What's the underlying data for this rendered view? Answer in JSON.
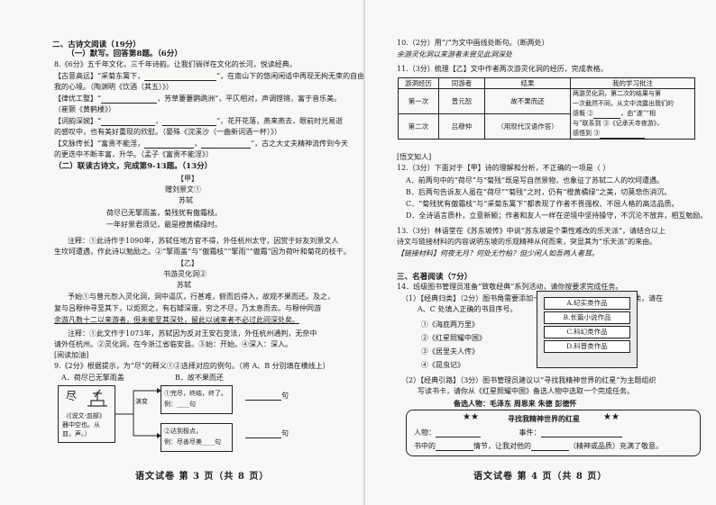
{
  "left": {
    "sec2_title": "二、古诗文阅读（19分）",
    "sub1_title": "（一）默写。回答第8题。（6分）",
    "q8_intro": "8.《6分》五千年文化，三千年诗韵。让我们徜徉在文化的长河，悦读经典。",
    "q8_a1": "【古意高远】“采菊东篱下，",
    "q8_a2": "”，在南山下的悠闲闲适中再现无拘无束的自由，淡然忘",
    "q8_a3": "我的心境。（陶渊明《饮酒（其五）》）",
    "q8_b1": "【律优工整】“",
    "q8_b2": "，芳草萋萋鹦鹉洲”，平仄相对，声调铿锵，富于音乐美。",
    "q8_b3": "（崔颢《黄鹤楼》）",
    "q8_c1": "【词韵深婉】“",
    "q8_c2": "，",
    "q8_c3": "”，花开花落，燕来燕去，眼前时光易逝",
    "q8_c4": "的感叹中，也有美好重现的欣慰。（晏殊《浣溪沙（一曲新词酒一杯）》）",
    "q8_d1": "【文脉传长】“富贵不能淫，",
    "q8_d2": "，",
    "q8_d3": "”，古之大丈夫精神流传到今天",
    "q8_d4": "的更迭中不断丰富，升华。（孟子《富贵不能淫》）",
    "sub2_title": "（二）联读古诗文，完成第9-13题。（13分）",
    "jia_label": "【甲】",
    "jia_title": "赠刘景文①",
    "jia_author": "苏轼",
    "jia_line1": "荷尽已无擎雨盖，菊残犹有傲霜枝。",
    "jia_line2": "一年好景君须记，最是橙黄橘绿时。",
    "jia_note1": "注释：①此诗作于1090年，苏轼任地方官不得，外任杭州太守，因赏于好友刘景文人",
    "jia_note2": "生坎坷遭遇，作此诗以勉励之。②“擎雨盖”与“傲霜枝”“擎雨”“傲霜”因为荷叶和菊花的枝干。",
    "yi_label": "【乙】",
    "yi_title": "书游灵化洞②",
    "yi_author": "苏轼",
    "yi_p1": "予始①与曾元恕入灵化洞，洞中逼仄，行甚难，俯而后得入，故观不果而还。及之，",
    "yi_p2": "复与吕穆仲寻至其下，以炬照之，有石罅深邃，穷之不尽，乃太息而去。与穆仲同游",
    "yi_p3": "余游凡数十二以来游者，但未能至其深处，留此以诫来者不必过此间深处矣。",
    "yi_note1": "注释：①此文作于1073年，苏轼因为反对王安石变法，外任杭州通判，无奈中",
    "yi_note2": "请外任杭州。②灵化洞，在今浙江省临安县。③始：开始。④深入：深入。",
    "read_label": "[阅读加油]",
    "q9_title": "9.《2分》根据提示，为“尽”的释义①②选择对应的例句。（将 A、B 分别填在横线上）",
    "q9_optA": "A．荷尽已无擎雨盖",
    "q9_optB": "B．故不果而还",
    "q9_box_top": "①完尽，终结，终了。",
    "q9_box_top2": "例：____句",
    "q9_box_bot": "②达到极点，",
    "q9_box_bot2": "例：尽善尽美____句",
    "q9_dict1": "尽",
    "q9_dict2": "（《说文·皿部》",
    "q9_dict3": "器中空也。从",
    "q9_dict4": "皿，声。）",
    "q9_derive": "演变",
    "q9_blank": "句",
    "footer": "语文试卷  第 3 页（共 8 页）"
  },
  "right": {
    "q10_1": "10.（2分）用“/”为文中画线处断句。（断两处）",
    "q10_2": "余游灵化洞以来游者未尝见此洞深处",
    "q11": "11.（3分）梳理【乙】文中作者两次游灵化洞的经历，完成表格。",
    "table_headers": [
      "游洞经历",
      "同游者",
      "结果",
      "我的学习批注"
    ],
    "row1": [
      "第一次",
      "曾元恕",
      "故不果而还",
      ""
    ],
    "row2": [
      "第二次",
      "吕穆仲",
      "（用现代汉语作答）",
      ""
    ],
    "note_text1": "两游灵化洞，第二次的结果与第",
    "note_text2": "一次截然不同，从文中流露出我们的",
    "note_text3": "感慨 ②",
    "note_text4": "，由“遂”“相",
    "note_text5": "与”联系到 ③《记承天寺夜游》，",
    "note_text6": "感悟到 ③",
    "q12_label": "[悟文知人]",
    "q12_title": "12.（3分）下面对于【甲】诗的理解和分析，不正确的一项是（    ）",
    "q12_A": "A．前两句中的“荷尽”与“菊残”既是写自然景物，也象征了苏轼二人的坎坷遭遇。",
    "q12_B": "B．后两句告诉友人虽在“荷尽”“菊残”之时，仍有“橙黄橘绿”之美，切莫悲伤消沉。",
    "q12_C": "C．“菊残犹有傲霜枝”与“采菊东篱下”都表现了作者不畏强权、不屈人格的高洁品质。",
    "q12_D": "D．全诗语言质朴，立意新颖；作者和友人一样在逆境中坚持操守，不沉沦不放弃，相互勉励。",
    "q13_1": "13.（3分）林语堂在《苏东坡传》中说“苏东坡是个秉性难改的乐天派”，请结合以上",
    "q13_2": "诗文与链接材料的内容说明东坡的乐观精神从何而来，突显其为“乐天派”的来由。",
    "q13_3": "【链接材料】何夜无月？何处无竹柏？但少闲人如吾两人者耳。",
    "sec3_title": "三、名著阅读（7分）",
    "q14": "14．班级图书管理员准备“致敬经典”系列活动，请你按要求完成任务。",
    "q14_1a": "（1）【经典归类】（2分）图书角需要添加一批经典名著，按照所给提示分类，请在",
    "q14_1b": "A、C 处填入正确的书目序号。",
    "books": [
      "①《海底两万里》",
      "②《红星照耀中国》",
      "③《居里夫人传》",
      "④《昆虫记》"
    ],
    "shelf": [
      "A.纪实类作品",
      "B.长篇小说作品",
      "C.科幻类作品",
      "D.科普类作品"
    ],
    "q14_2a": "（2）【经典引路】（3分）图书管理员建议以“寻找我精神世界的红星”为主题组织",
    "q14_2b": "写读书卡，请你从《红星照耀中国》备选人物中选取一个完成任务。",
    "q14_2c": "备选人物：毛泽东    周恩来    朱德    彭德怀",
    "card_title": "寻找我精神世界的红星",
    "card_l1a": "人物：",
    "card_l1b": "事件：",
    "card_l2a": "书中的",
    "card_l2b": "情节，让我对他的",
    "card_l2c": "（精神或品质）充满了敬意。",
    "footer": "语文试卷  第 4 页（共 8 页）"
  }
}
